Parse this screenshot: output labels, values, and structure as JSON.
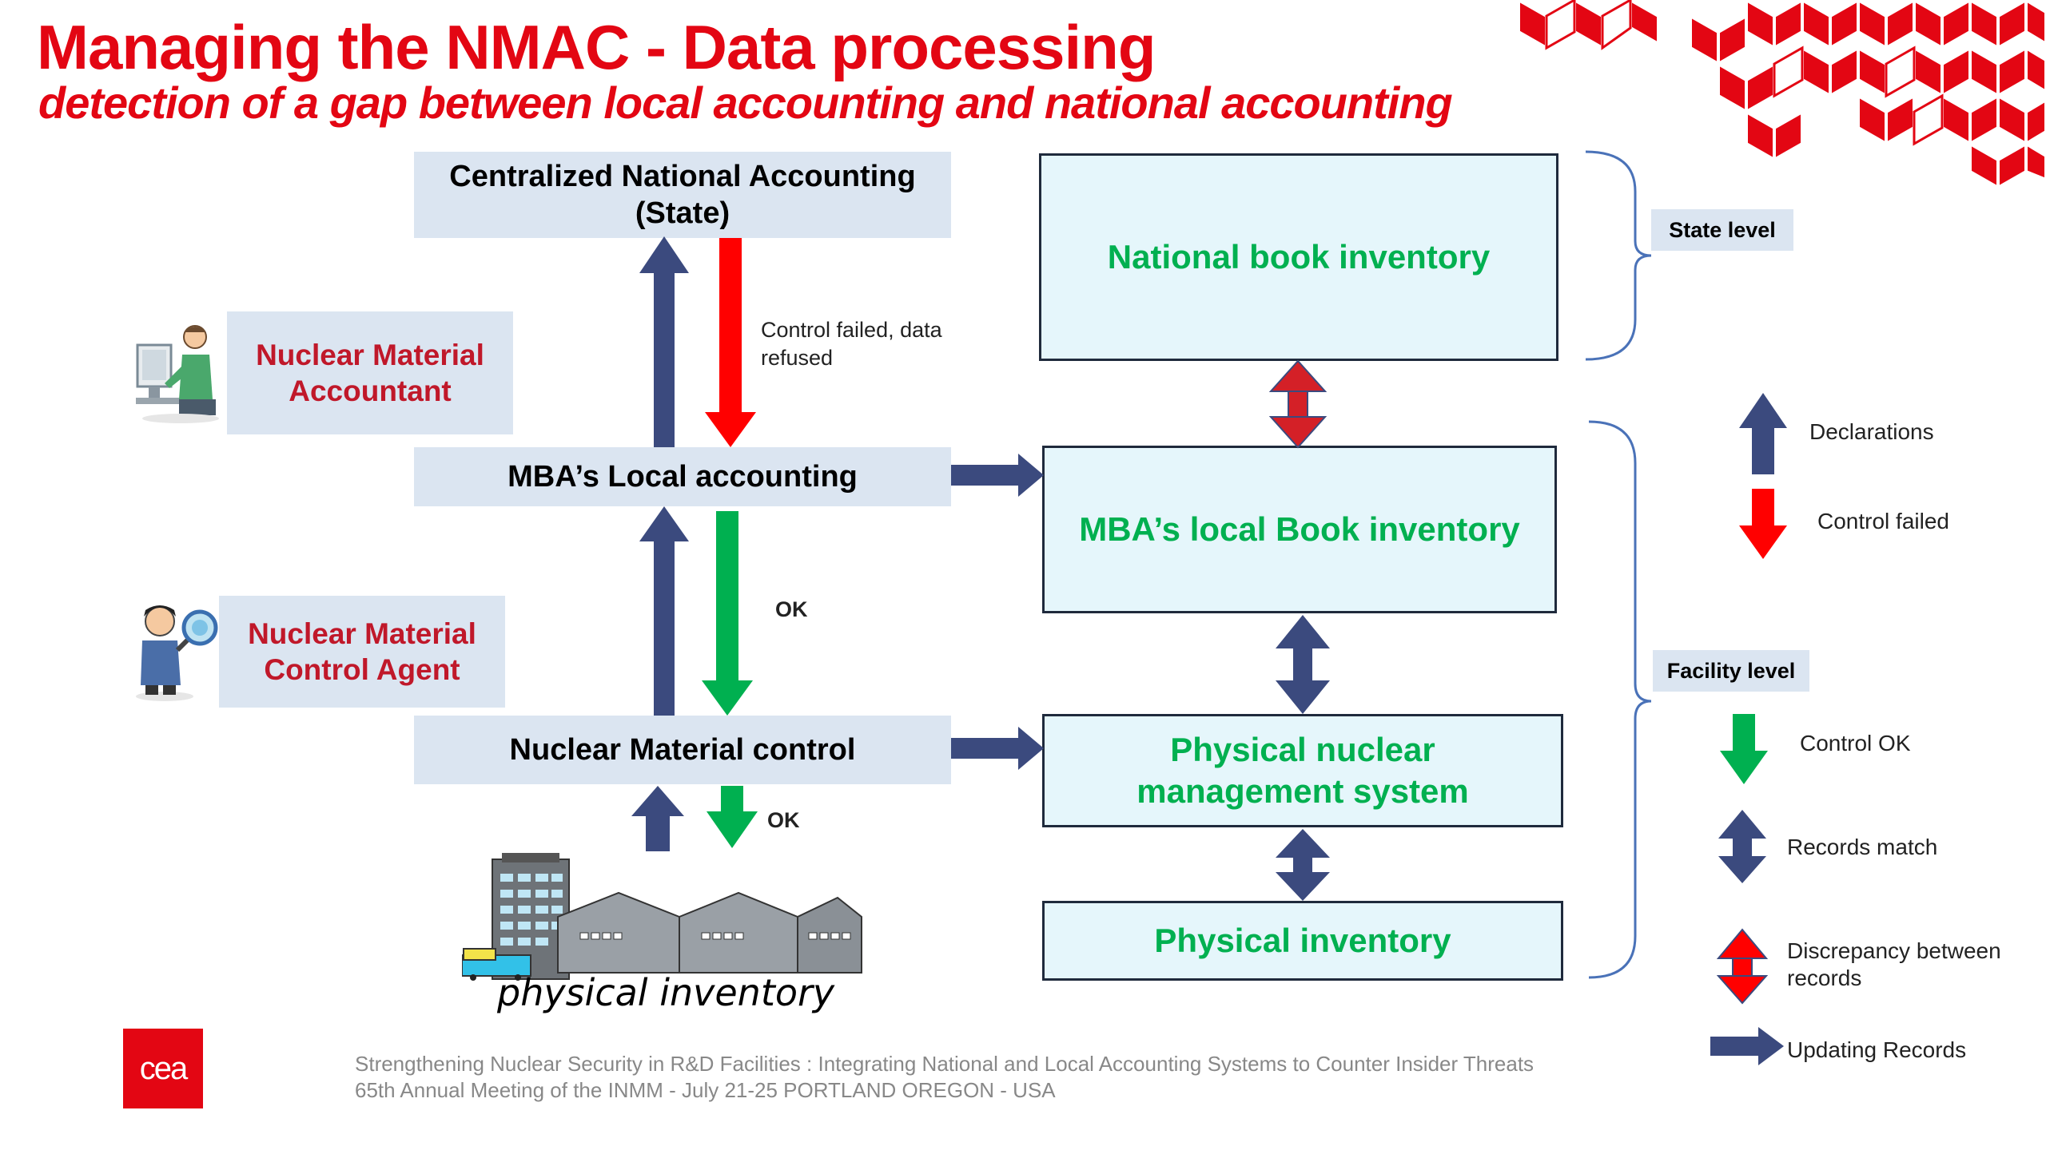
{
  "title": "Managing the NMAC - Data processing",
  "subtitle": "detection of a gap between local accounting and national accounting",
  "flow": {
    "central": "Centralized National Accounting (State)",
    "local": "MBA’s Local accounting",
    "control": "Nuclear Material control",
    "physical_caption": "physical inventory"
  },
  "roles": {
    "accountant": "Nuclear Material Accountant",
    "agent": "Nuclear Material Control Agent"
  },
  "notes": {
    "control_failed": "Control failed, data refused",
    "ok_upper": "OK",
    "ok_lower": "OK"
  },
  "records": {
    "national_book": "National book inventory",
    "mba_book": "MBA’s local Book inventory",
    "physical_system": "Physical nuclear management system",
    "physical_inventory": "Physical inventory"
  },
  "levels": {
    "state": "State level",
    "facility": "Facility level"
  },
  "legend": {
    "declarations": "Declarations",
    "control_failed": "Control failed",
    "control_ok": "Control OK",
    "records_match": "Records match",
    "discrepancy": "Discrepancy between records",
    "updating": "Updating Records"
  },
  "footer": {
    "line1": "Strengthening Nuclear Security in R&D Facilities : Integrating National and Local Accounting Systems to Counter Insider Threats",
    "line2": "65th Annual Meeting of the INMM - July 21-25 PORTLAND OREGON - USA"
  },
  "logo": "cea",
  "colors": {
    "brand_red": "#e30613",
    "arrow_navy": "#3b4a7e",
    "arrow_red": "#ff0000",
    "arrow_green": "#00b050",
    "record_text": "#00b050",
    "role_text": "#c0182a",
    "box_fill": "#dbe5f1",
    "record_fill": "#e5f6fb"
  }
}
